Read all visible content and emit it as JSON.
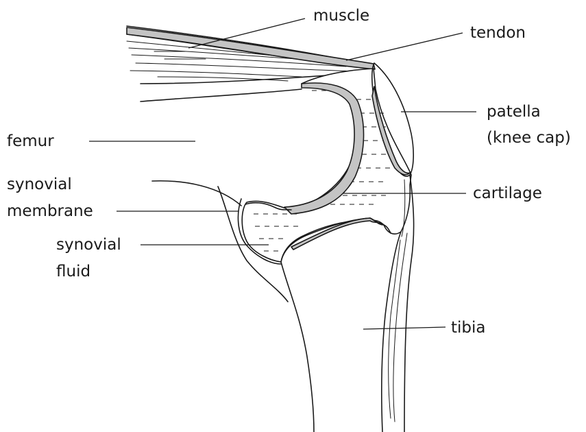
{
  "labels": {
    "muscle": "muscle",
    "tendon": "tendon",
    "patella_line1": "patella",
    "patella_line2": "(knee cap)",
    "femur": "femur",
    "synovial_membrane_line1": "synovial",
    "synovial_membrane_line2": "membrane",
    "cartilage": "cartilage",
    "synovial_fluid_line1": "synovial",
    "synovial_fluid_line2": "fluid",
    "tibia": "tibia"
  },
  "colors": {
    "cartilage_fill": "#c4c4c4",
    "line": "#1a1a1a",
    "background": "#ffffff"
  }
}
